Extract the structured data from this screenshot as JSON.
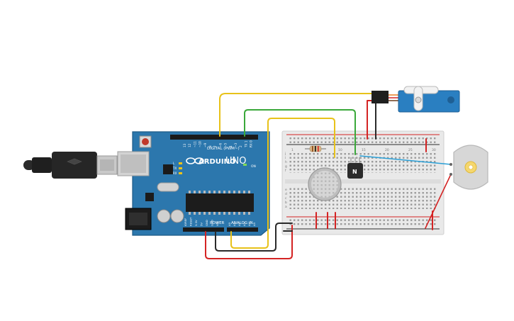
{
  "arduino": {
    "brand": "ARDUINO",
    "model": "UNO",
    "digital_label": "DIGITAL (PWM~)",
    "power_label": "POWER",
    "analog_label": "ANALOG IN",
    "aref": "AREF",
    "gnd": "GND",
    "on": "ON",
    "tx": "TX",
    "rx": "RX",
    "l": "L",
    "digital_pins": [
      "13",
      "12",
      "~11",
      "~10",
      "~9",
      "8",
      "7",
      "~6",
      "~5",
      "4",
      "~3",
      "2",
      "TX 1",
      "RX 0"
    ],
    "power_pins": [
      "IOREF",
      "RESET",
      "3.3V",
      "5V",
      "GND",
      "GND",
      "Vin"
    ],
    "analog_pins": [
      "A0",
      "A1",
      "A2",
      "A3",
      "A4",
      "A5"
    ]
  },
  "breadboard": {
    "top_numbers": [
      "1",
      "5",
      "10",
      "15",
      "20",
      "25",
      "30"
    ],
    "row_letters_top": [
      "j",
      "i",
      "h",
      "g",
      "f"
    ],
    "row_letters_bottom": [
      "e",
      "d",
      "c",
      "b",
      "a"
    ]
  },
  "transistor": {
    "label": "N"
  },
  "colors": {
    "board": "#2873a8",
    "wire_yellow": "#e8c21a",
    "wire_green": "#3aa83a",
    "wire_red": "#d42323",
    "wire_black": "#2a2a2a",
    "wire_blue": "#2a9fd6",
    "servo": "#2a7fc1"
  }
}
